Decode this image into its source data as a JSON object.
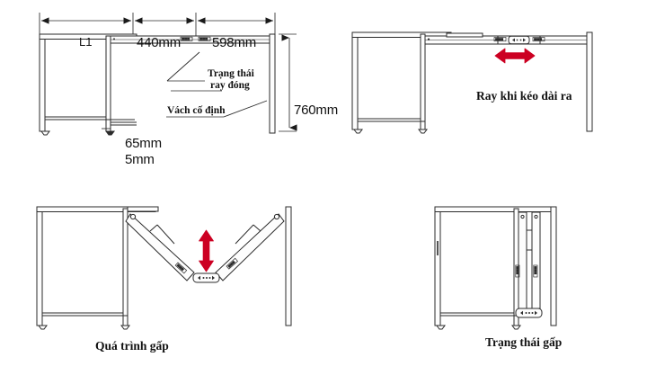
{
  "diagram": {
    "title": "Ban gap co ray truot - so do ky thuat",
    "accent_red": "#CC0022",
    "line_color": "#2b2b2b",
    "fill_color": "#ffffff"
  },
  "panels": {
    "top_left": {
      "name": "closed-rail-state",
      "dimensions": {
        "l1": "L1",
        "mid": "440mm",
        "right": "598mm",
        "height": "760mm",
        "depth_a": "65mm",
        "depth_b": "5mm"
      },
      "callouts": {
        "rail_state_line1": "Trạng thái",
        "rail_state_line2": "ray đóng",
        "fixed_panel": "Vách cố định"
      }
    },
    "top_right": {
      "name": "rail-extended",
      "caption": "Ray khi kéo dài ra",
      "arrow": "double-arrow-horizontal"
    },
    "bottom_left": {
      "name": "folding-process",
      "caption": "Quá trình gấp",
      "arrow": "double-arrow-vertical"
    },
    "bottom_right": {
      "name": "folded-state",
      "caption": "Trạng thái gấp"
    }
  }
}
